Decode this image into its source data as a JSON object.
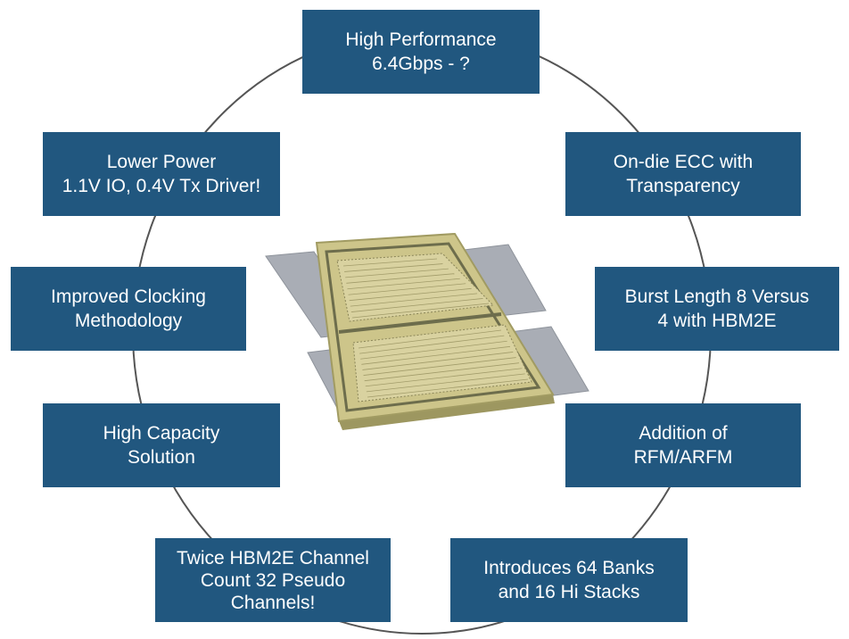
{
  "colors": {
    "box_fill": "#21577f",
    "box_text": "#ffffff",
    "ring": "#555555",
    "die_gold": "#cdc58a",
    "pad_grey": "#a9adb5"
  },
  "center": {
    "icon": "hbm3-die-icon"
  },
  "features": [
    {
      "id": "high-performance",
      "lines": [
        "High Performance",
        "6.4Gbps - ?"
      ]
    },
    {
      "id": "on-die-ecc",
      "lines": [
        "On-die ECC with",
        "Transparency"
      ]
    },
    {
      "id": "burst-length",
      "lines": [
        "Burst Length 8 Versus",
        "4 with HBM2E"
      ]
    },
    {
      "id": "rfm-arfm",
      "lines": [
        "Addition of",
        "RFM/ARFM"
      ]
    },
    {
      "id": "banks-stacks",
      "lines": [
        "Introduces 64 Banks",
        "and 16 Hi Stacks"
      ]
    },
    {
      "id": "channel-count",
      "lines": [
        "Twice HBM2E Channel",
        "Count 32 Pseudo",
        "Channels!"
      ]
    },
    {
      "id": "high-capacity",
      "lines": [
        "High Capacity",
        "Solution"
      ]
    },
    {
      "id": "clocking",
      "lines": [
        "Improved Clocking",
        "Methodology"
      ]
    },
    {
      "id": "lower-power",
      "lines": [
        "Lower Power",
        "1.1V IO, 0.4V Tx Driver!"
      ]
    }
  ]
}
